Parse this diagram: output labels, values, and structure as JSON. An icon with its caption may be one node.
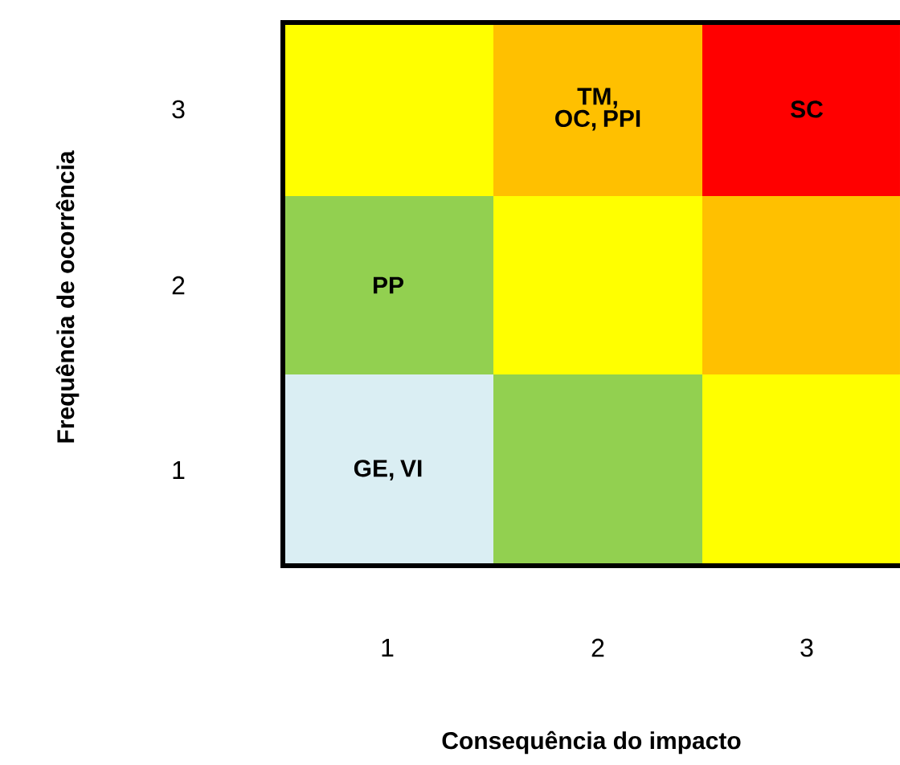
{
  "diagram": {
    "nodes": [
      {
        "text": [],
        "shape": "box"
      },
      {
        "text": [
          "TM, OC, PPI"
        ]
      },
      {
        "text": [
          "SC"
        ]
      },
      {
        "text": [
          "PP"
        ]
      },
      {
        "text": [],
        "shape": "box"
      },
      {
        "text": [],
        "shape": "box"
      },
      {
        "text": [
          "GE, VI"
        ]
      },
      {
        "text": [],
        "shape": "box"
      },
      {
        "text": [],
        "shape": "box"
      }
    ],
    "labels": [
      "Frequência de ocorrência",
      "3",
      "2",
      "1",
      "1",
      "2",
      "3",
      "Consequência do impacto"
    ]
  }
}
